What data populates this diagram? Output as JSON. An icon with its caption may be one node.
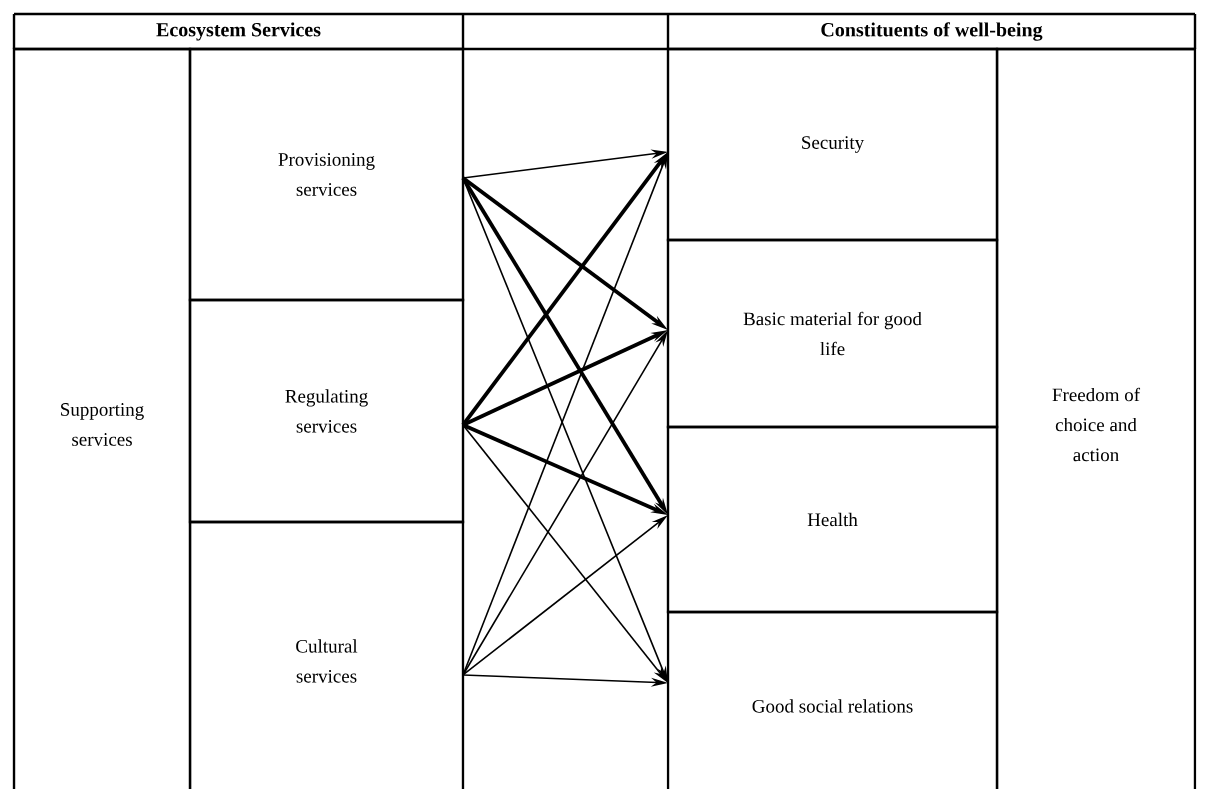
{
  "diagram": {
    "nodes": [
      {
        "text": [
          "Supporting services"
        ]
      },
      {
        "text": [
          "Provisioning services"
        ]
      },
      {
        "text": [
          "Regulating services"
        ]
      },
      {
        "text": [
          "Cultural services"
        ]
      },
      {
        "text": [
          "Security"
        ]
      },
      {
        "text": [
          "Basic material for good life"
        ]
      },
      {
        "text": [
          "Health"
        ]
      },
      {
        "text": [
          "Good social relations"
        ]
      },
      {
        "text": [
          "Freedom of choice and action"
        ]
      }
    ],
    "edges": [
      {
        "from": 1,
        "to": 4,
        "arrow": "to"
      },
      {
        "from": 1,
        "to": 5,
        "arrow": "to",
        "style": "thick"
      },
      {
        "from": 1,
        "to": 6,
        "arrow": "to",
        "style": "thick"
      },
      {
        "from": 1,
        "to": 7,
        "arrow": "to"
      },
      {
        "from": 2,
        "to": 4,
        "arrow": "to",
        "style": "thick"
      },
      {
        "from": 2,
        "to": 5,
        "arrow": "to",
        "style": "thick"
      },
      {
        "from": 2,
        "to": 6,
        "arrow": "to",
        "style": "thick"
      },
      {
        "from": 2,
        "to": 7,
        "arrow": "to"
      },
      {
        "from": 3,
        "to": 4,
        "arrow": "to"
      },
      {
        "from": 3,
        "to": 5,
        "arrow": "to"
      },
      {
        "from": 3,
        "to": 6,
        "arrow": "to"
      },
      {
        "from": 3,
        "to": 7,
        "arrow": "to"
      }
    ],
    "labels": [
      "Ecosystem Services",
      "Constituents of well-being"
    ]
  }
}
